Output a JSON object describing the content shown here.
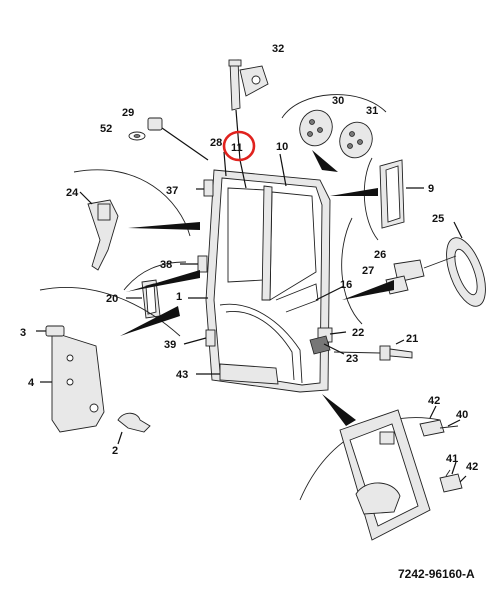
{
  "diagram": {
    "reference_code": "7242-96160-A",
    "highlighted_part": "11",
    "highlight_color": "#e0221e",
    "labels": {
      "p1": "1",
      "p2": "2",
      "p3": "3",
      "p4": "4",
      "p9": "9",
      "p10": "10",
      "p11": "11",
      "p16": "16",
      "p20": "20",
      "p21": "21",
      "p22": "22",
      "p23": "23",
      "p24": "24",
      "p25": "25",
      "p26": "26",
      "p27": "27",
      "p28": "28",
      "p29": "29",
      "p30": "30",
      "p31": "31",
      "p32": "32",
      "p37": "37",
      "p38": "38",
      "p39": "39",
      "p40": "40",
      "p41": "41",
      "p42a": "42",
      "p42b": "42",
      "p43": "43",
      "p52": "52"
    }
  }
}
